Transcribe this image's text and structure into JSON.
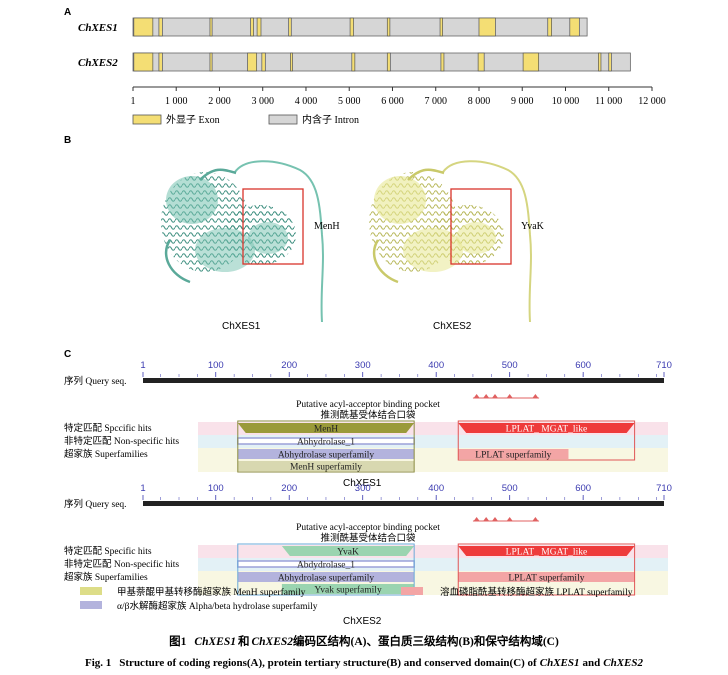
{
  "panel_a": {
    "label": "A",
    "genes": [
      {
        "name": "ChXES1",
        "total_length": 10500,
        "exons": [
          [
            20,
            460
          ],
          [
            600,
            680
          ],
          [
            1780,
            1830
          ],
          [
            2720,
            2790
          ],
          [
            2870,
            2960
          ],
          [
            3600,
            3660
          ],
          [
            5020,
            5100
          ],
          [
            5880,
            5940
          ],
          [
            7100,
            7160
          ],
          [
            8000,
            8380
          ],
          [
            9590,
            9680
          ],
          [
            10100,
            10320
          ]
        ]
      },
      {
        "name": "ChXES2",
        "total_length": 11500,
        "exons": [
          [
            20,
            460
          ],
          [
            600,
            680
          ],
          [
            1780,
            1830
          ],
          [
            2650,
            2860
          ],
          [
            2980,
            3060
          ],
          [
            3640,
            3690
          ],
          [
            5060,
            5130
          ],
          [
            5880,
            5950
          ],
          [
            7120,
            7190
          ],
          [
            7980,
            8120
          ],
          [
            9020,
            9380
          ],
          [
            10760,
            10820
          ],
          [
            11000,
            11060
          ]
        ]
      }
    ],
    "axis_ticks": [
      "1",
      "1 000",
      "2 000",
      "3 000",
      "4 000",
      "5 000",
      "6 000",
      "7 000",
      "8 000",
      "9 000",
      "10 000",
      "11 000",
      "12 000"
    ],
    "axis_values": [
      1,
      1000,
      2000,
      3000,
      4000,
      5000,
      6000,
      7000,
      8000,
      9000,
      10000,
      11000,
      12000
    ],
    "legend": {
      "exon": "外显子 Exon",
      "intron": "内含子 Intron"
    }
  },
  "panel_b": {
    "label": "B",
    "structures": [
      {
        "name": "ChXES1",
        "box_label": "MenH"
      },
      {
        "name": "ChXES2",
        "box_label": "YvaK"
      }
    ]
  },
  "panel_c": {
    "label": "C",
    "scale_ticks": [
      "1",
      "100",
      "200",
      "300",
      "400",
      "500",
      "600",
      "710"
    ],
    "scale_values": [
      1,
      100,
      200,
      300,
      400,
      500,
      600,
      710
    ],
    "row_labels": {
      "query": "序列  Query seq.",
      "specific": "特定匹配  Specific hits",
      "nonspecific": "非特定匹配 Non-specific hits",
      "superfamily": "超家族 Superfamilies"
    },
    "pocket_label_en": "Putative acyl-acceptor binding pocket",
    "pocket_label_zh": "推测酰基受体结合口袋",
    "group1": {
      "caption": "ChXES1",
      "specific_label_override": "特定匹配  Spccific hits",
      "domains": [
        {
          "label": "MenH",
          "start": 130,
          "end": 370,
          "track": "specific",
          "color": "#9a9a3a"
        },
        {
          "label": "Abhydrolase_1",
          "start": 130,
          "end": 370,
          "track": "nonspecific",
          "color": "#9aa0d8"
        },
        {
          "label": "Abhydrolase superfamily",
          "start": 130,
          "end": 370,
          "track": "superfamily",
          "color": "#b3b3dd"
        },
        {
          "label": "MenH superfamily",
          "start": 130,
          "end": 370,
          "track": "superfamily2",
          "color": "#d8d8b0"
        },
        {
          "label": "LPLAT_ MGAT_like",
          "start": 430,
          "end": 670,
          "track": "specific",
          "color": "#ee3b3b"
        },
        {
          "label": "LPLAT superfamily",
          "start": 430,
          "end": 580,
          "track": "superfamily",
          "color": "#f3a5a5"
        }
      ]
    },
    "group2": {
      "caption": "ChXES2",
      "domains": [
        {
          "label": "YvaK",
          "start": 190,
          "end": 370,
          "track": "specific",
          "color": "#9ad4b0"
        },
        {
          "label": "Abdydrolase_1",
          "start": 130,
          "end": 370,
          "track": "nonspecific",
          "color": "#9aa0d8"
        },
        {
          "label": "Abhydrolase superfamily",
          "start": 130,
          "end": 370,
          "track": "superfamily",
          "color": "#b3b3dd"
        },
        {
          "label": "Yvak superfamily",
          "start": 190,
          "end": 370,
          "track": "superfamily2",
          "color": "#9ad4b0"
        },
        {
          "label": "LPLAT_ MGAT_like",
          "start": 430,
          "end": 670,
          "track": "specific",
          "color": "#ee3b3b"
        },
        {
          "label": "LPLAT superfamily",
          "start": 430,
          "end": 670,
          "track": "superfamily",
          "color": "#f3a5a5"
        }
      ]
    },
    "legend": [
      {
        "label": "甲基萘醌甲基转移酶超家族 MenH superfamily",
        "color": "#dddd88"
      },
      {
        "label": "溶血磷脂酰基转移酶超家族  LPLAT superfamily",
        "color": "#f3a5a5"
      },
      {
        "label": "α/β水解酶超家族  Alpha/beta hydrolase superfamily",
        "color": "#b3b3dd"
      }
    ]
  },
  "captions": {
    "zh_prefix": "图1",
    "zh_gene1": "ChXES1",
    "zh_and": "和",
    "zh_gene2": "ChXES2",
    "zh_rest": "编码区结构(A)、蛋白质三级结构(B)和保守结构域(C)",
    "en_prefix": "Fig. 1",
    "en_text": "Structure of coding regions(A), protein tertiary structure(B) and conserved domain(C) of",
    "en_gene1": "ChXES1",
    "en_and": "and",
    "en_gene2": "ChXES2"
  },
  "colors": {
    "exon": "#f4de74",
    "intron": "#d6d6d6",
    "chxes1_protein": "#76c2b0",
    "chxes2_protein": "#e8e894",
    "box": "#d9342b",
    "query_bar": "#222222"
  }
}
